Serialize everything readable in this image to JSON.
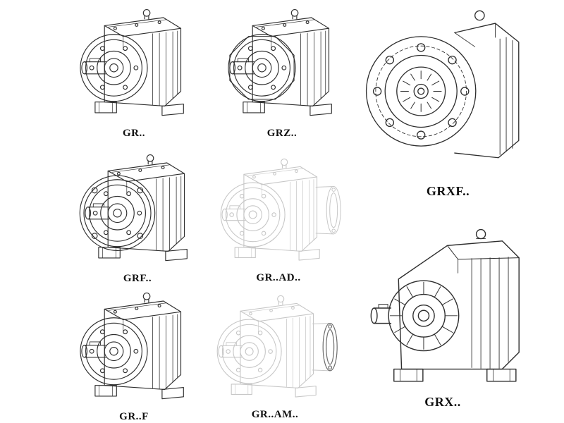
{
  "page": {
    "background_color": "#ffffff",
    "line_color": "#2e2e2e",
    "ghost_line_color": "#c7c7c7"
  },
  "figures": [
    {
      "id": "gr",
      "label": "GR..",
      "style": "solid",
      "drawing": "foot-mounted-helical-gearbox-line-art"
    },
    {
      "id": "grz",
      "label": "GRZ..",
      "style": "solid",
      "drawing": "foot-mounted-helical-gearbox-octagonal-cover-line-art"
    },
    {
      "id": "grxf",
      "label": "GRXF..",
      "style": "solid",
      "drawing": "flange-mounted-helical-gearbox-line-art"
    },
    {
      "id": "grf",
      "label": "GRF..",
      "style": "solid",
      "drawing": "flange-and-foot-helical-gearbox-line-art"
    },
    {
      "id": "gr-ad",
      "label": "GR..AD..",
      "style": "ghost",
      "drawing": "helical-gearbox-with-input-adapter-ghost-line-art"
    },
    {
      "id": "gr-f",
      "label": "GR..F",
      "style": "solid",
      "drawing": "foot-mounted-helical-gearbox-line-art"
    },
    {
      "id": "gr-am",
      "label": "GR..AM..",
      "style": "ghost",
      "drawing": "helical-gearbox-with-motor-adapter-flange-ghost-line-art"
    },
    {
      "id": "grx",
      "label": "GRX..",
      "style": "solid",
      "drawing": "large-foot-mounted-helical-gearbox-line-art"
    }
  ]
}
